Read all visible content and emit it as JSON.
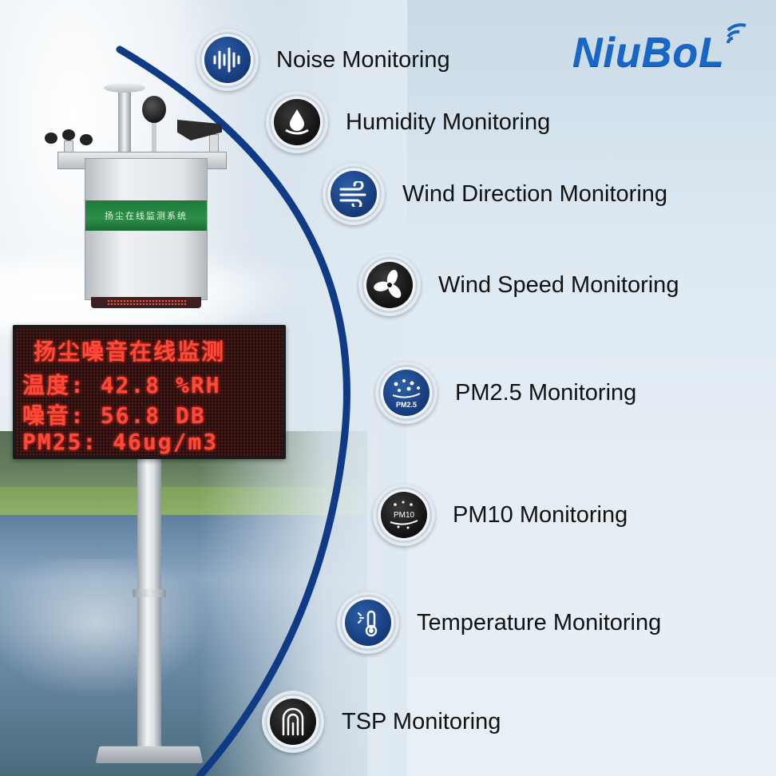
{
  "brand": {
    "name": "NiuBoL",
    "color": "#1667c7"
  },
  "cabinet_label": "扬尘在线监测系统",
  "led_display": {
    "row1": "扬尘噪音在线监测",
    "row2": "温度:  42.8  %RH",
    "row3": "噪音:  56.8  DB",
    "row4": "PM25:    46ug/m3"
  },
  "arc_color": "#0e3a86",
  "features": [
    {
      "label": "Noise Monitoring",
      "icon": "noise-waveform-icon",
      "style": "blue"
    },
    {
      "label": "Humidity Monitoring",
      "icon": "water-drop-icon",
      "style": "dark"
    },
    {
      "label": "Wind Direction Monitoring",
      "icon": "wind-gust-icon",
      "style": "blue"
    },
    {
      "label": "Wind Speed Monitoring",
      "icon": "fan-blades-icon",
      "style": "dark"
    },
    {
      "label": "PM2.5 Monitoring",
      "icon": "pm25-particles-icon",
      "style": "blue",
      "badge": "PM2.5"
    },
    {
      "label": "PM10 Monitoring",
      "icon": "pm10-particles-icon",
      "style": "dark",
      "badge": "PM10"
    },
    {
      "label": "Temperature Monitoring",
      "icon": "thermometer-icon",
      "style": "blue"
    },
    {
      "label": "TSP Monitoring",
      "icon": "tsp-sensor-icon",
      "style": "dark"
    }
  ]
}
